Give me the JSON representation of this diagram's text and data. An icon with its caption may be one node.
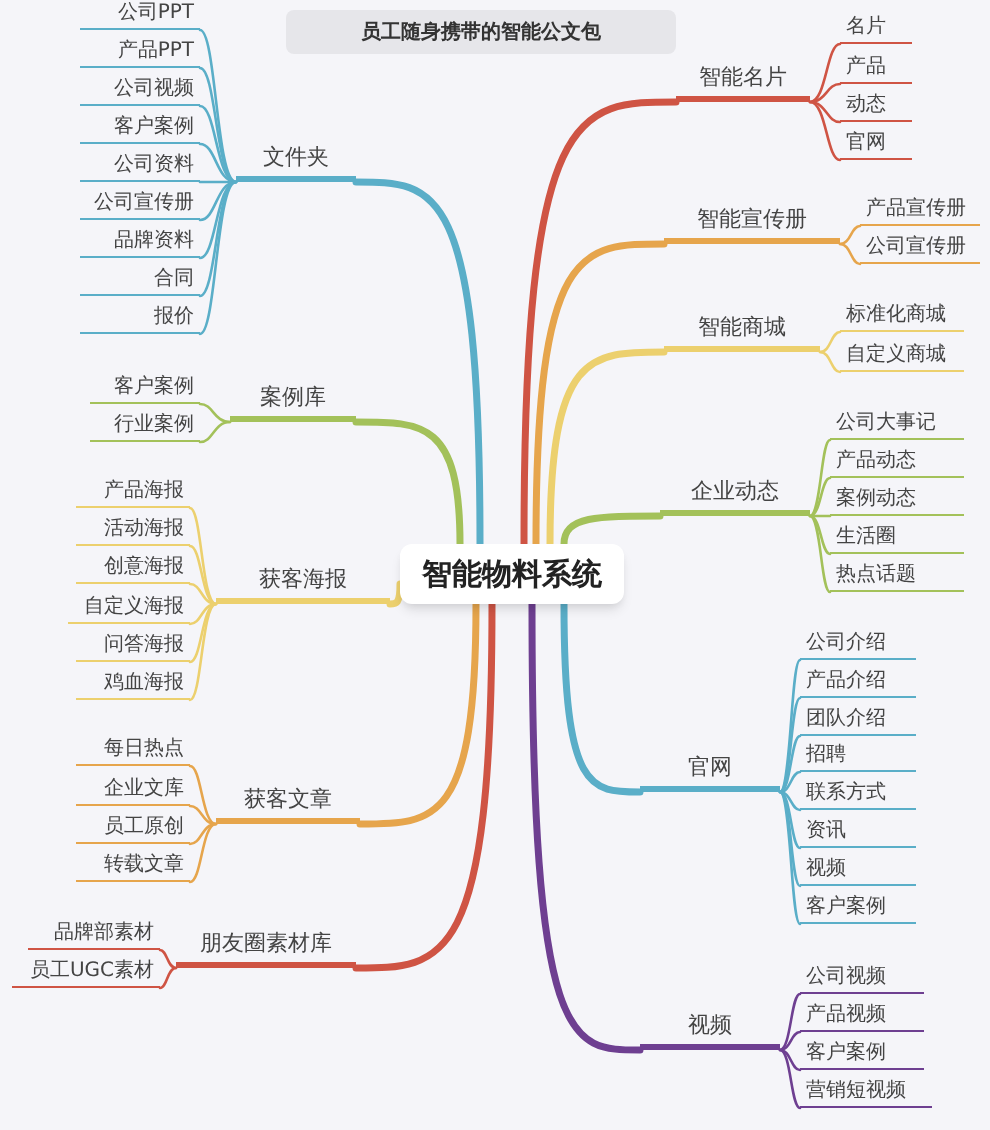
{
  "diagram": {
    "title": "员工随身携带的智能公文包",
    "nodes": [
      {
        "text": [
          "智能物料系统"
        ]
      },
      {
        "text": [
          "文件夹"
        ]
      },
      {
        "text": [
          "公司PPT"
        ]
      },
      {
        "text": [
          "产品PPT"
        ]
      },
      {
        "text": [
          "公司视频"
        ]
      },
      {
        "text": [
          "客户案例"
        ]
      },
      {
        "text": [
          "公司资料"
        ]
      },
      {
        "text": [
          "公司宣传册"
        ]
      },
      {
        "text": [
          "品牌资料"
        ]
      },
      {
        "text": [
          "合同"
        ]
      },
      {
        "text": [
          "报价"
        ]
      },
      {
        "text": [
          "案例库"
        ]
      },
      {
        "text": [
          "客户案例"
        ]
      },
      {
        "text": [
          "行业案例"
        ]
      },
      {
        "text": [
          "获客海报"
        ]
      },
      {
        "text": [
          "产品海报"
        ]
      },
      {
        "text": [
          "活动海报"
        ]
      },
      {
        "text": [
          "创意海报"
        ]
      },
      {
        "text": [
          "自定义海报"
        ]
      },
      {
        "text": [
          "问答海报"
        ]
      },
      {
        "text": [
          "鸡血海报"
        ]
      },
      {
        "text": [
          "获客文章"
        ]
      },
      {
        "text": [
          "每日热点"
        ]
      },
      {
        "text": [
          "企业文库"
        ]
      },
      {
        "text": [
          "员工原创"
        ]
      },
      {
        "text": [
          "转载文章"
        ]
      },
      {
        "text": [
          "朋友圈素材库"
        ]
      },
      {
        "text": [
          "品牌部素材"
        ]
      },
      {
        "text": [
          "员工UGC素材"
        ]
      },
      {
        "text": [
          "智能名片"
        ]
      },
      {
        "text": [
          "名片"
        ]
      },
      {
        "text": [
          "产品"
        ]
      },
      {
        "text": [
          "动态"
        ]
      },
      {
        "text": [
          "官网"
        ]
      },
      {
        "text": [
          "智能宣传册"
        ]
      },
      {
        "text": [
          "产品宣传册"
        ]
      },
      {
        "text": [
          "公司宣传册"
        ]
      },
      {
        "text": [
          "智能商城"
        ]
      },
      {
        "text": [
          "标准化商城"
        ]
      },
      {
        "text": [
          "自定义商城"
        ]
      },
      {
        "text": [
          "企业动态"
        ]
      },
      {
        "text": [
          "公司大事记"
        ]
      },
      {
        "text": [
          "产品动态"
        ]
      },
      {
        "text": [
          "案例动态"
        ]
      },
      {
        "text": [
          "生活圈"
        ]
      },
      {
        "text": [
          "热点话题"
        ]
      },
      {
        "text": [
          "官网"
        ]
      },
      {
        "text": [
          "公司介绍"
        ]
      },
      {
        "text": [
          "产品介绍"
        ]
      },
      {
        "text": [
          "团队介绍"
        ]
      },
      {
        "text": [
          "招聘"
        ]
      },
      {
        "text": [
          "联系方式"
        ]
      },
      {
        "text": [
          "资讯"
        ]
      },
      {
        "text": [
          "视频"
        ]
      },
      {
        "text": [
          "客户案例"
        ]
      },
      {
        "text": [
          "视频"
        ]
      },
      {
        "text": [
          "公司视频"
        ]
      },
      {
        "text": [
          "产品视频"
        ]
      },
      {
        "text": [
          "客户案例"
        ]
      },
      {
        "text": [
          "营销短视频"
        ]
      }
    ],
    "edges": [
      {
        "from": 0,
        "to": 1,
        "arrow": "none",
        "style": "thick",
        "color": "#5aaec8"
      },
      {
        "from": 1,
        "to": 2,
        "arrow": "none",
        "color": "#5aaec8"
      },
      {
        "from": 1,
        "to": 3,
        "arrow": "none",
        "color": "#5aaec8"
      },
      {
        "from": 1,
        "to": 4,
        "arrow": "none",
        "color": "#5aaec8"
      },
      {
        "from": 1,
        "to": 5,
        "arrow": "none",
        "color": "#5aaec8"
      },
      {
        "from": 1,
        "to": 6,
        "arrow": "none",
        "color": "#5aaec8"
      },
      {
        "from": 1,
        "to": 7,
        "arrow": "none",
        "color": "#5aaec8"
      },
      {
        "from": 1,
        "to": 8,
        "arrow": "none",
        "color": "#5aaec8"
      },
      {
        "from": 1,
        "to": 9,
        "arrow": "none",
        "color": "#5aaec8"
      },
      {
        "from": 1,
        "to": 10,
        "arrow": "none",
        "color": "#5aaec8"
      },
      {
        "from": 0,
        "to": 11,
        "arrow": "none",
        "style": "thick",
        "color": "#a3c15a"
      },
      {
        "from": 11,
        "to": 12,
        "arrow": "none",
        "color": "#a3c15a"
      },
      {
        "from": 11,
        "to": 13,
        "arrow": "none",
        "color": "#a3c15a"
      },
      {
        "from": 0,
        "to": 14,
        "arrow": "none",
        "style": "thick",
        "color": "#ecd06e"
      },
      {
        "from": 14,
        "to": 15,
        "arrow": "none",
        "color": "#ecd06e"
      },
      {
        "from": 14,
        "to": 16,
        "arrow": "none",
        "color": "#ecd06e"
      },
      {
        "from": 14,
        "to": 17,
        "arrow": "none",
        "color": "#ecd06e"
      },
      {
        "from": 14,
        "to": 18,
        "arrow": "none",
        "color": "#ecd06e"
      },
      {
        "from": 14,
        "to": 19,
        "arrow": "none",
        "color": "#ecd06e"
      },
      {
        "from": 14,
        "to": 20,
        "arrow": "none",
        "color": "#ecd06e"
      },
      {
        "from": 0,
        "to": 21,
        "arrow": "none",
        "style": "thick",
        "color": "#e6a54c"
      },
      {
        "from": 21,
        "to": 22,
        "arrow": "none",
        "color": "#e6a54c"
      },
      {
        "from": 21,
        "to": 23,
        "arrow": "none",
        "color": "#e6a54c"
      },
      {
        "from": 21,
        "to": 24,
        "arrow": "none",
        "color": "#e6a54c"
      },
      {
        "from": 21,
        "to": 25,
        "arrow": "none",
        "color": "#e6a54c"
      },
      {
        "from": 0,
        "to": 26,
        "arrow": "none",
        "style": "thick",
        "color": "#cf5444"
      },
      {
        "from": 26,
        "to": 27,
        "arrow": "none",
        "color": "#cf5444"
      },
      {
        "from": 26,
        "to": 28,
        "arrow": "none",
        "color": "#cf5444"
      },
      {
        "from": 0,
        "to": 29,
        "arrow": "none",
        "style": "thick",
        "color": "#cf5444"
      },
      {
        "from": 29,
        "to": 30,
        "arrow": "none",
        "color": "#cf5444"
      },
      {
        "from": 29,
        "to": 31,
        "arrow": "none",
        "color": "#cf5444"
      },
      {
        "from": 29,
        "to": 32,
        "arrow": "none",
        "color": "#cf5444"
      },
      {
        "from": 29,
        "to": 33,
        "arrow": "none",
        "color": "#cf5444"
      },
      {
        "from": 0,
        "to": 34,
        "arrow": "none",
        "style": "thick",
        "color": "#e6a54c"
      },
      {
        "from": 34,
        "to": 35,
        "arrow": "none",
        "color": "#e6a54c"
      },
      {
        "from": 34,
        "to": 36,
        "arrow": "none",
        "color": "#e6a54c"
      },
      {
        "from": 0,
        "to": 37,
        "arrow": "none",
        "style": "thick",
        "color": "#ecd06e"
      },
      {
        "from": 37,
        "to": 38,
        "arrow": "none",
        "color": "#ecd06e"
      },
      {
        "from": 37,
        "to": 39,
        "arrow": "none",
        "color": "#ecd06e"
      },
      {
        "from": 0,
        "to": 40,
        "arrow": "none",
        "style": "thick",
        "color": "#a3c15a"
      },
      {
        "from": 40,
        "to": 41,
        "arrow": "none",
        "color": "#a3c15a"
      },
      {
        "from": 40,
        "to": 42,
        "arrow": "none",
        "color": "#a3c15a"
      },
      {
        "from": 40,
        "to": 43,
        "arrow": "none",
        "color": "#a3c15a"
      },
      {
        "from": 40,
        "to": 44,
        "arrow": "none",
        "color": "#a3c15a"
      },
      {
        "from": 40,
        "to": 45,
        "arrow": "none",
        "color": "#a3c15a"
      },
      {
        "from": 0,
        "to": 46,
        "arrow": "none",
        "style": "thick",
        "color": "#5aaec8"
      },
      {
        "from": 46,
        "to": 47,
        "arrow": "none",
        "color": "#5aaec8"
      },
      {
        "from": 46,
        "to": 48,
        "arrow": "none",
        "color": "#5aaec8"
      },
      {
        "from": 46,
        "to": 49,
        "arrow": "none",
        "color": "#5aaec8"
      },
      {
        "from": 46,
        "to": 50,
        "arrow": "none",
        "color": "#5aaec8"
      },
      {
        "from": 46,
        "to": 51,
        "arrow": "none",
        "color": "#5aaec8"
      },
      {
        "from": 46,
        "to": 52,
        "arrow": "none",
        "color": "#5aaec8"
      },
      {
        "from": 46,
        "to": 53,
        "arrow": "none",
        "color": "#5aaec8"
      },
      {
        "from": 46,
        "to": 54,
        "arrow": "none",
        "color": "#5aaec8"
      },
      {
        "from": 0,
        "to": 55,
        "arrow": "none",
        "style": "thick",
        "color": "#6e3f91"
      },
      {
        "from": 55,
        "to": 56,
        "arrow": "none",
        "color": "#6e3f91"
      },
      {
        "from": 55,
        "to": 57,
        "arrow": "none",
        "color": "#6e3f91"
      },
      {
        "from": 55,
        "to": 58,
        "arrow": "none",
        "color": "#6e3f91"
      },
      {
        "from": 55,
        "to": 59,
        "arrow": "none",
        "color": "#6e3f91"
      }
    ]
  }
}
